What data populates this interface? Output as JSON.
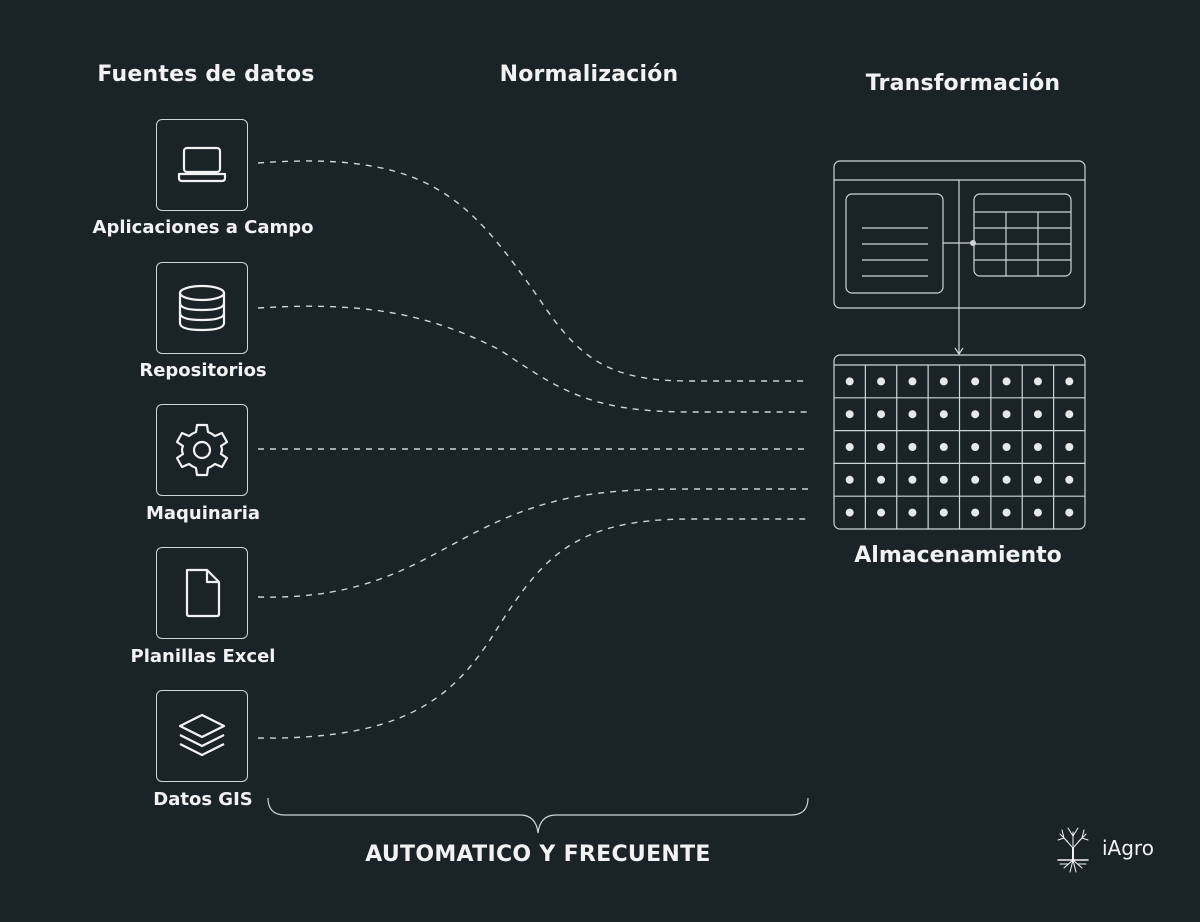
{
  "headings": {
    "sources": "Fuentes de datos",
    "normalization": "Normalización",
    "transformation": "Transformación"
  },
  "sources": [
    {
      "label": "Aplicaciones a Campo",
      "icon": "laptop-icon"
    },
    {
      "label": "Repositorios",
      "icon": "database-icon"
    },
    {
      "label": "Maquinaria",
      "icon": "gear-icon"
    },
    {
      "label": "Planillas Excel",
      "icon": "document-icon"
    },
    {
      "label": "Datos GIS",
      "icon": "layers-icon"
    }
  ],
  "storage": {
    "label": "Almacenamiento",
    "rows": 5,
    "cols": 8
  },
  "footer": {
    "label": "AUTOMATICO Y FRECUENTE"
  },
  "brand": {
    "name": "iAgro",
    "icon": "tree-logo-icon"
  },
  "colors": {
    "background": "#1a2427",
    "stroke": "#cfd4d5",
    "text": "#f2f2f2"
  }
}
